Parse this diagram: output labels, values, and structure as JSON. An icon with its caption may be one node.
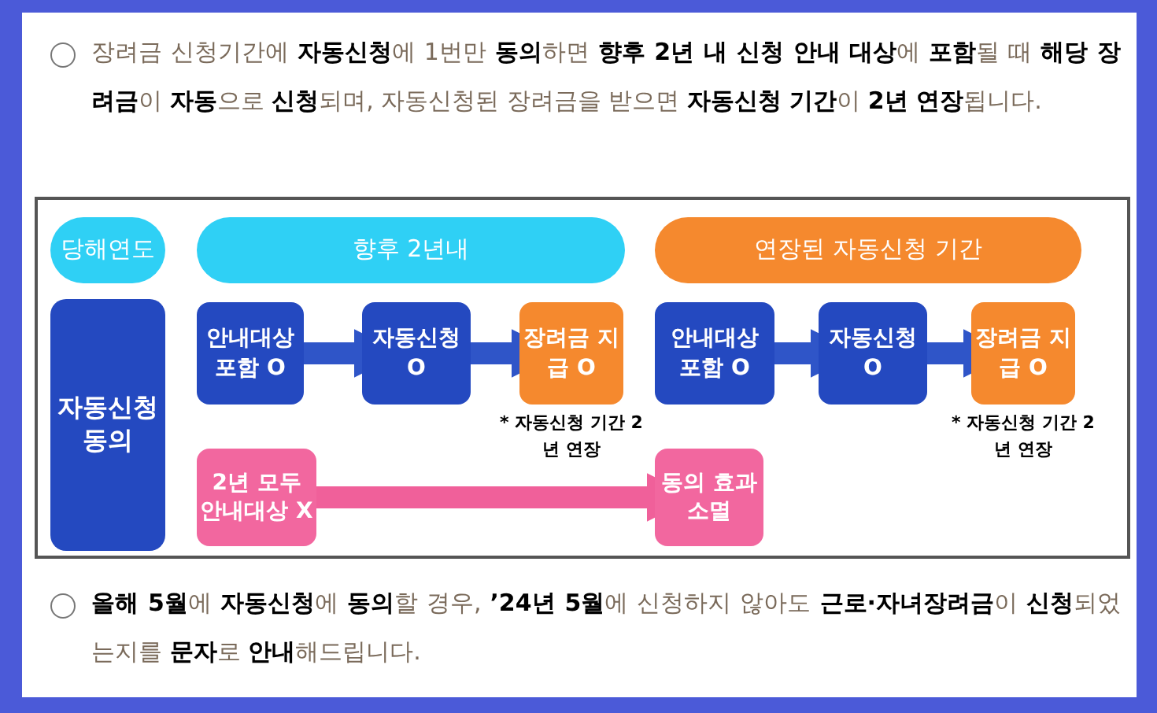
{
  "diagram": {
    "nodes": [
      {
        "text": [
          "당해연도"
        ]
      },
      {
        "text": [
          "향후 2년내"
        ]
      },
      {
        "text": [
          "연장된 자동신청 기간"
        ]
      },
      {
        "text": [
          "자동신청 동의"
        ]
      },
      {
        "text": [
          "안내대상 포함 O"
        ]
      },
      {
        "text": [
          "자동신청 O"
        ]
      },
      {
        "text": [
          "장려금 지급 O"
        ],
        "beside": [
          "* 자동신청 기간 2년 연장"
        ]
      },
      {
        "text": [
          "안내대상 포함 O"
        ]
      },
      {
        "text": [
          "자동신청 O"
        ]
      },
      {
        "text": [
          "장려금 지급 O"
        ],
        "beside": [
          "* 자동신청 기간 2년 연장"
        ]
      },
      {
        "text": [
          "2년 모두 안내대상 X"
        ]
      },
      {
        "text": [
          "동의 효과 소멸"
        ]
      }
    ],
    "edges": [
      {
        "from": 4,
        "to": 5,
        "arrow": "to"
      },
      {
        "from": 5,
        "to": 6,
        "arrow": "to"
      },
      {
        "from": 7,
        "to": 8,
        "arrow": "to"
      },
      {
        "from": 8,
        "to": 9,
        "arrow": "to"
      },
      {
        "from": 10,
        "to": 11,
        "arrow": "to",
        "color": "#f0609a"
      }
    ],
    "labels": [
      "장려금 신청기간에 **자동신청**에 1번만 **동의**하면 **향후 2년 내 신청 안내 대상**에 **포함**될 때 **해당 장려금**이 **자동**으로 **신청**되며, 자동신청된 장려금을 받으면 **자동신청 기간**이 **2년 연장**됩니다.",
      "**올해 5월**에 **자동신청**에 **동의**할 경우, **’24년 5월**에 신청하지 않아도 **근로·자녀장려금**이 **신청**되었는지를 **문자**로 **안내**해드립니다."
    ]
  }
}
